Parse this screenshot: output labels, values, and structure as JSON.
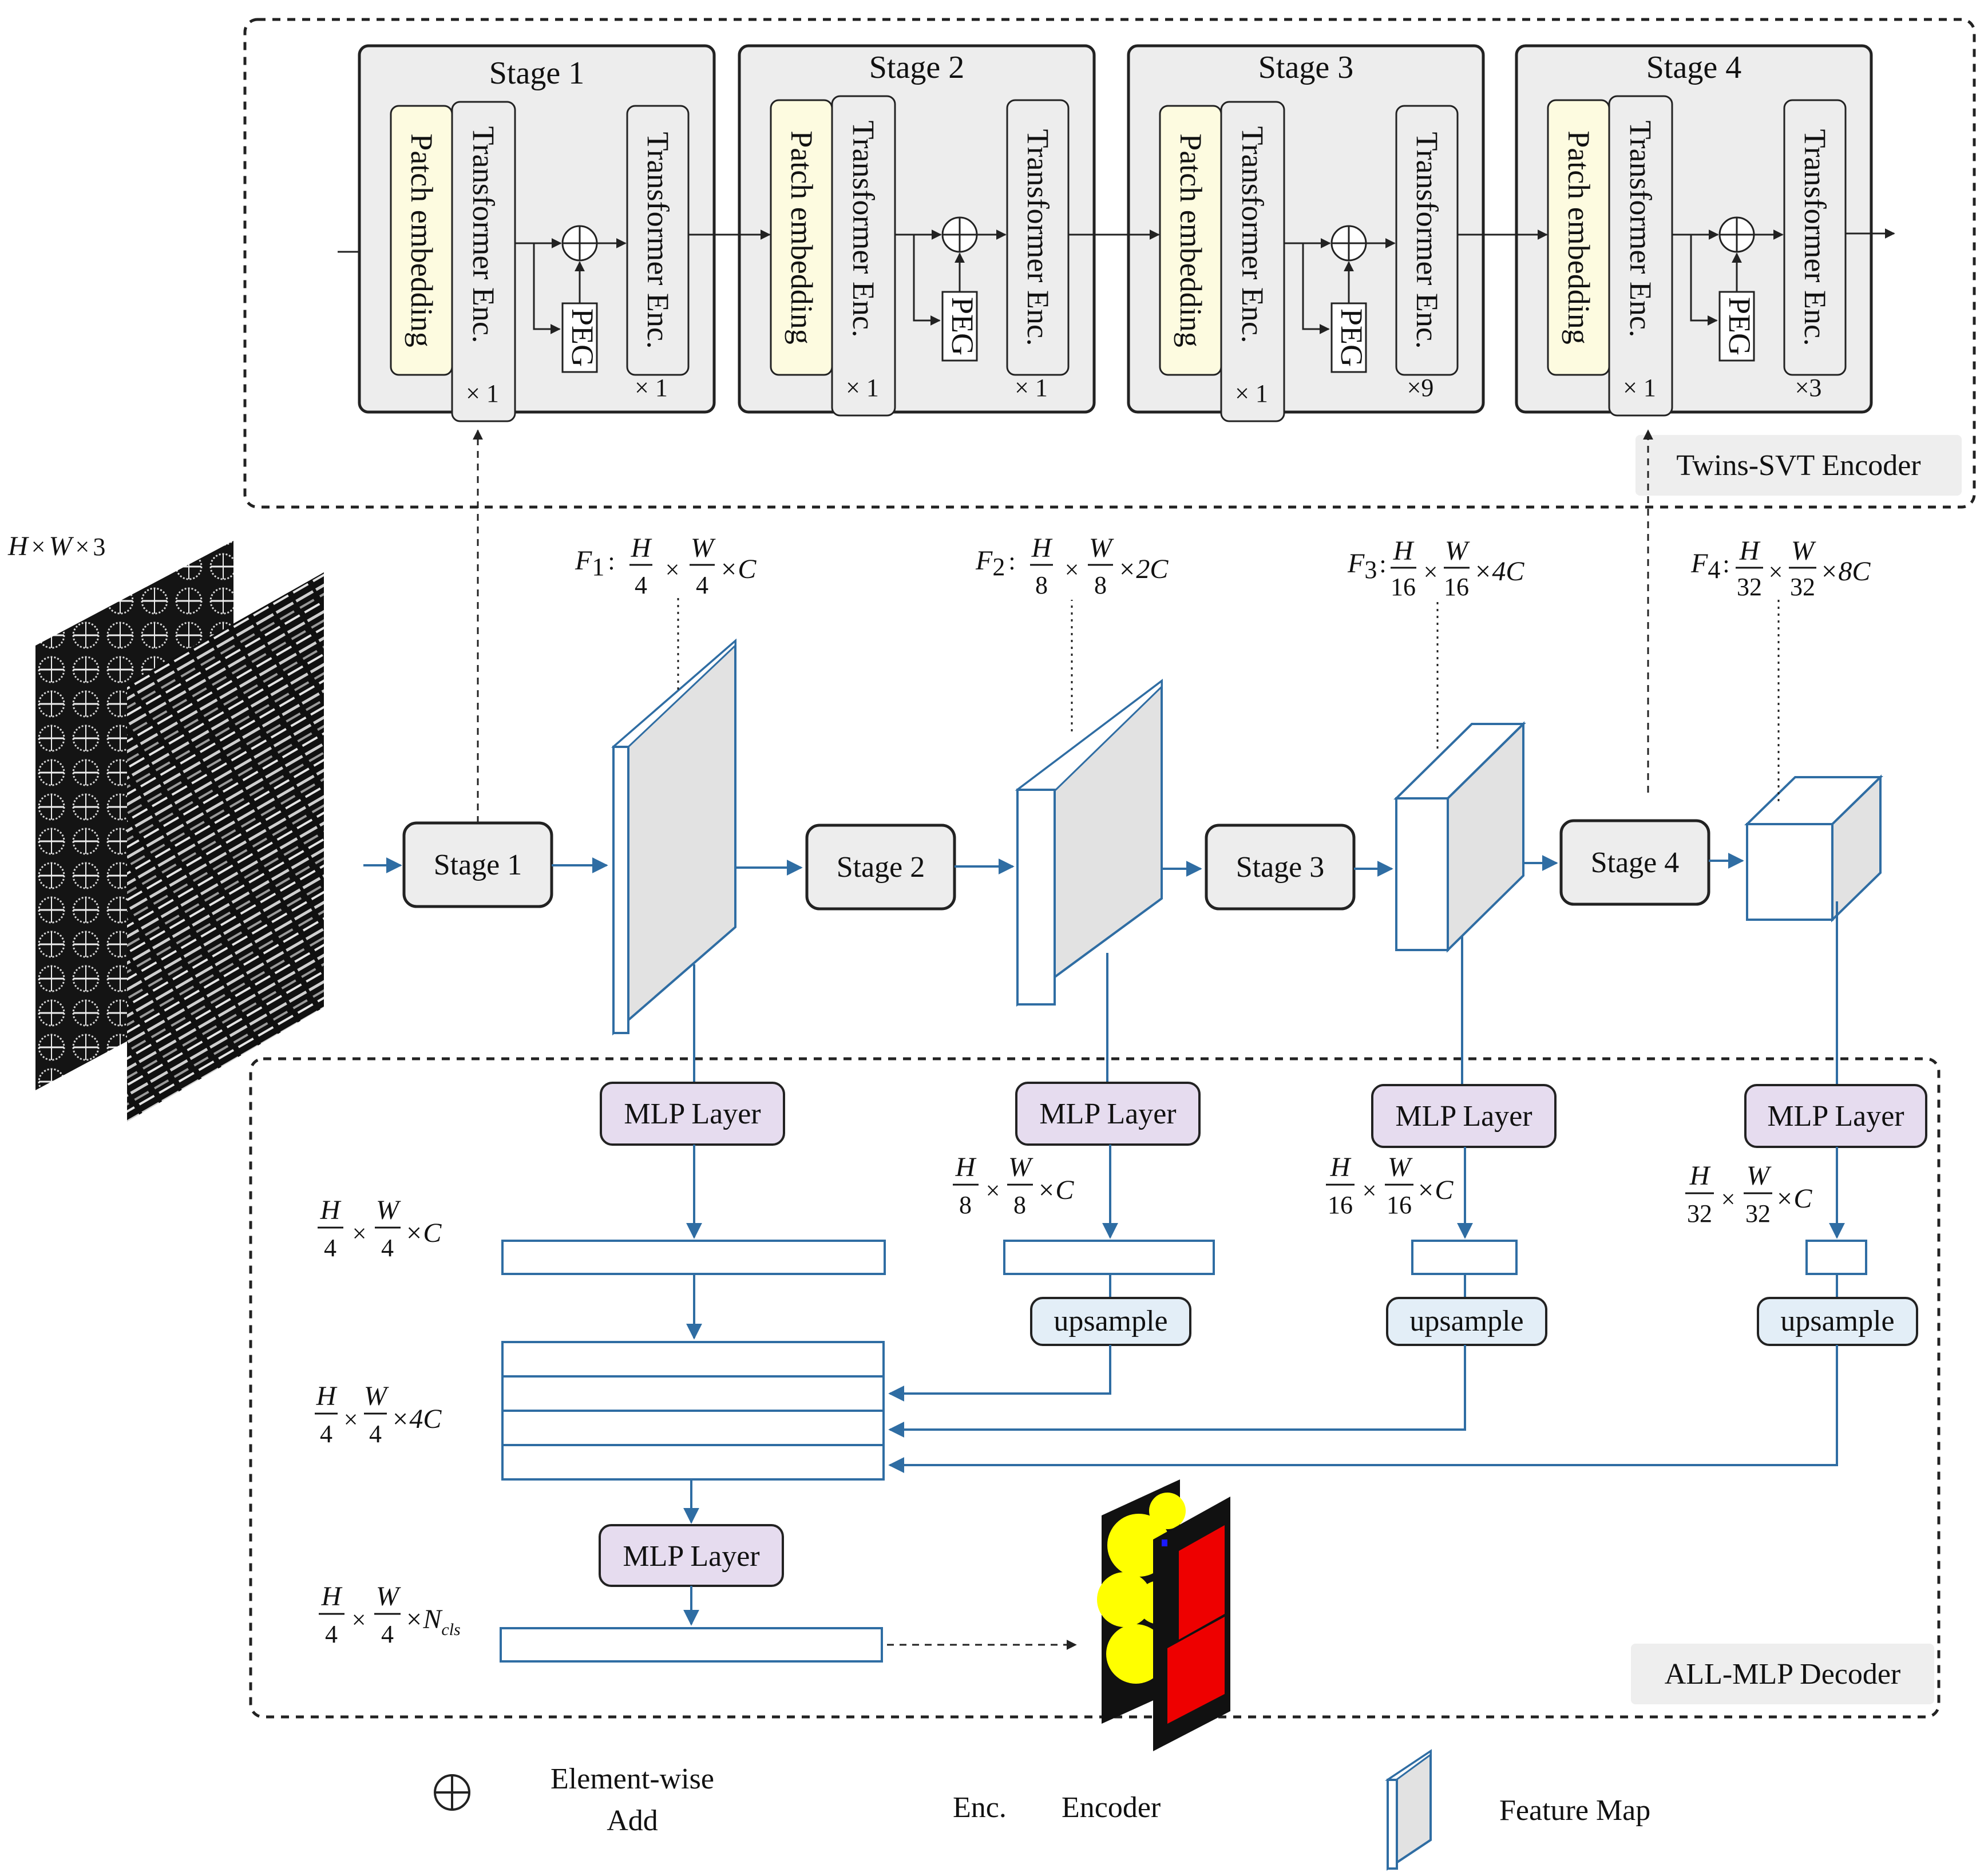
{
  "encoder": {
    "title": "Twins-SVT Encoder",
    "stages": [
      {
        "title": "Stage 1",
        "patch": "Patch embedding",
        "enc": "Transformer Enc.",
        "peg": "PEG",
        "mult1": "× 1",
        "mult2": "× 1"
      },
      {
        "title": "Stage 2",
        "patch": "Patch embedding",
        "enc": "Transformer Enc.",
        "peg": "PEG",
        "mult1": "× 1",
        "mult2": "× 1"
      },
      {
        "title": "Stage 3",
        "patch": "Patch embedding",
        "enc": "Transformer Enc.",
        "peg": "PEG",
        "mult1": "× 1",
        "mult2": "×9"
      },
      {
        "title": "Stage 4",
        "patch": "Patch embedding",
        "enc": "Transformer Enc.",
        "peg": "PEG",
        "mult1": "× 1",
        "mult2": "×3"
      }
    ]
  },
  "input": {
    "label_parts": [
      "H",
      "×",
      "W",
      "×",
      "3"
    ]
  },
  "pipeline": {
    "stages": [
      "Stage 1",
      "Stage 2",
      "Stage 3",
      "Stage 4"
    ],
    "features": [
      {
        "name": "F",
        "sub": "1",
        "h": "H",
        "hd": "4",
        "w": "W",
        "wd": "4",
        "c": "×C"
      },
      {
        "name": "F",
        "sub": "2",
        "h": "H",
        "hd": "8",
        "w": "W",
        "wd": "8",
        "c": "×2C"
      },
      {
        "name": "F",
        "sub": "3",
        "h": "H",
        "hd": "16",
        "w": "W",
        "wd": "16",
        "c": "×4C"
      },
      {
        "name": "F",
        "sub": "4",
        "h": "H",
        "hd": "32",
        "w": "W",
        "wd": "32",
        "c": "×8C"
      }
    ]
  },
  "decoder": {
    "title": "ALL-MLP Decoder",
    "mlp_label": "MLP Layer",
    "upsample_label": "upsample",
    "dims": [
      {
        "h": "H",
        "hd": "4",
        "w": "W",
        "wd": "4",
        "c": "×C"
      },
      {
        "h": "H",
        "hd": "8",
        "w": "W",
        "wd": "8",
        "c": "×C"
      },
      {
        "h": "H",
        "hd": "16",
        "w": "W",
        "wd": "16",
        "c": "×C"
      },
      {
        "h": "H",
        "hd": "32",
        "w": "W",
        "wd": "32",
        "c": "×C"
      }
    ],
    "concat_dim": {
      "h": "H",
      "hd": "4",
      "w": "W",
      "wd": "4",
      "c": "×4C"
    },
    "out_dim": {
      "h": "H",
      "hd": "4",
      "w": "W",
      "wd": "4",
      "c": "×N",
      "csub": "cls"
    }
  },
  "legend": {
    "add_line1": "Element-wise",
    "add_line2": "Add",
    "enc_abbr": "Enc.",
    "enc_full": "Encoder",
    "feature_map": "Feature Map"
  },
  "colors": {
    "blue": "#2f6da3",
    "stage_fill": "#ededed",
    "patch_fill": "#fdfbe0",
    "mlp_fill": "#e6dcef",
    "upsample_fill": "#e3eef7",
    "map_face": "#e2e2e2",
    "seg_yellow": "#ffff00",
    "seg_red": "#ee0000"
  }
}
